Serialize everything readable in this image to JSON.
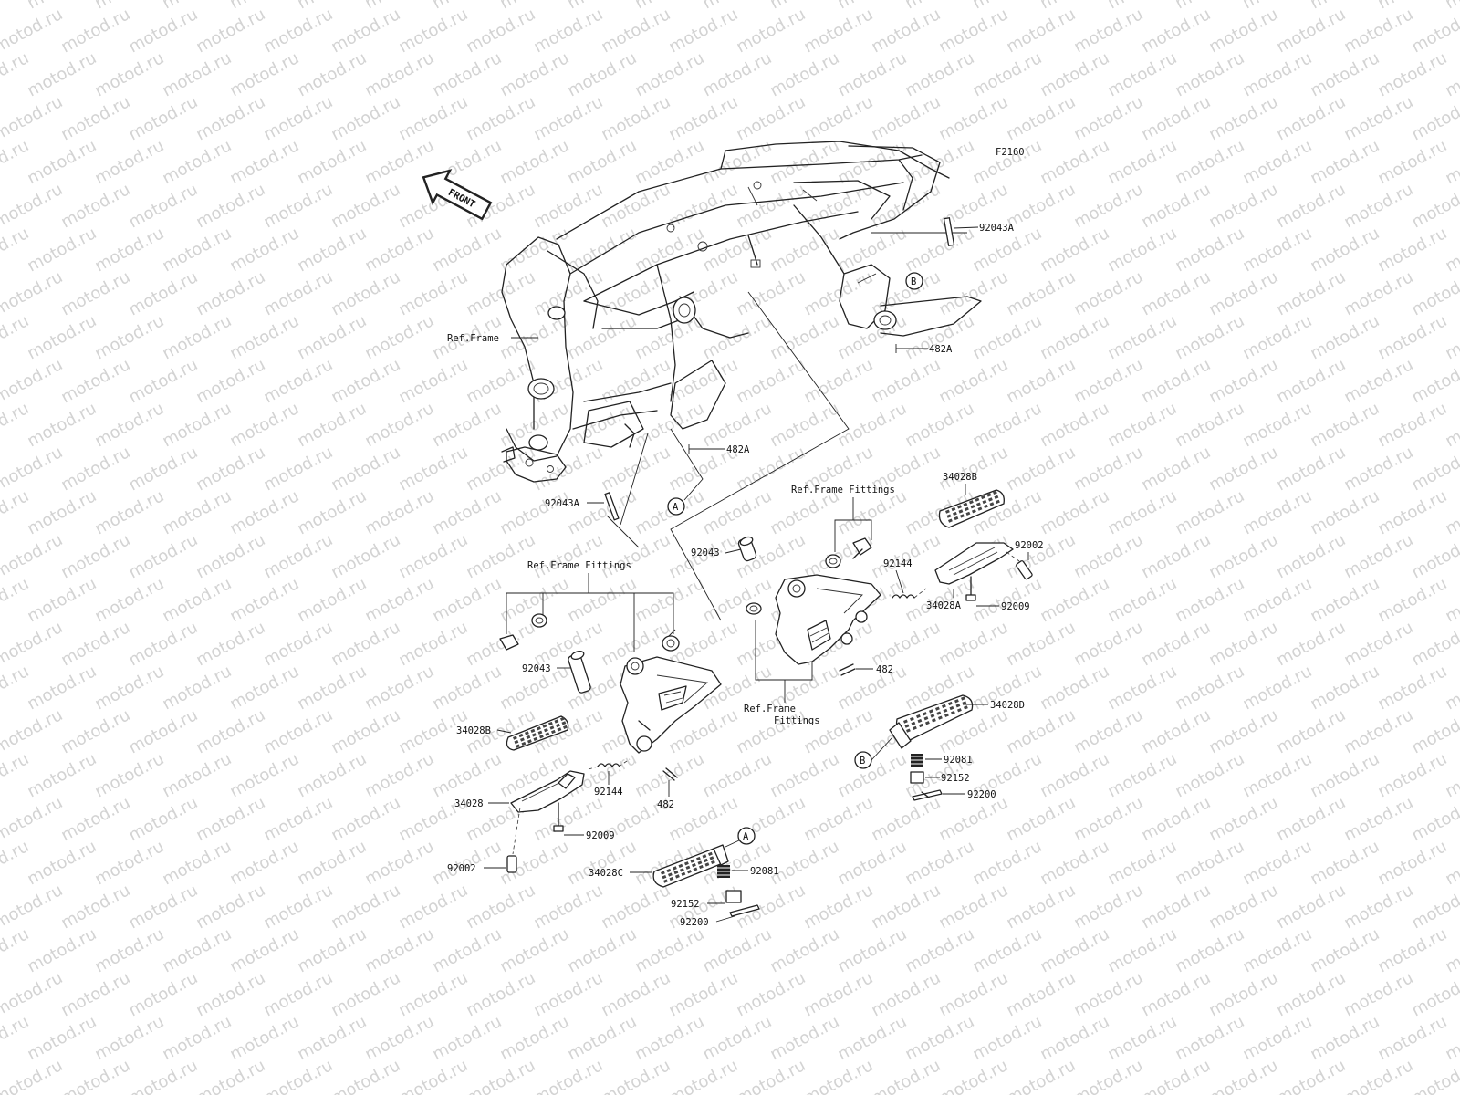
{
  "diagram": {
    "code": "F2160",
    "watermark": "motod.ru",
    "front_arrow": "FRONT",
    "ref_labels": {
      "frame": "Ref.Frame",
      "fittings_top": "Ref.Frame Fittings",
      "fittings_left": "Ref.Frame Fittings",
      "fittings_bottom_1": "Ref.Frame",
      "fittings_bottom_2": "Fittings"
    },
    "markers": {
      "a": "A",
      "b": "B"
    },
    "parts": {
      "p92043A_top": "92043A",
      "p482A_top": "482A",
      "p482A_mid": "482A",
      "p92043A_mid": "92043A",
      "p34028B_right": "34028B",
      "p92002_right": "92002",
      "p92043_right": "92043",
      "p92144_right": "92144",
      "p34028A": "34028A",
      "p92009_right": "92009",
      "p482_right": "482",
      "p34028D": "34028D",
      "p92081_right": "92081",
      "p92152_right": "92152",
      "p92200_right": "92200",
      "p92043_left": "92043",
      "p34028B_left": "34028B",
      "p92144_left": "92144",
      "p482_left": "482",
      "p34028": "34028",
      "p92009_left": "92009",
      "p92002_left": "92002",
      "p34028C": "34028C",
      "p92081_bottom": "92081",
      "p92152_bottom": "92152",
      "p92200_bottom": "92200"
    }
  }
}
